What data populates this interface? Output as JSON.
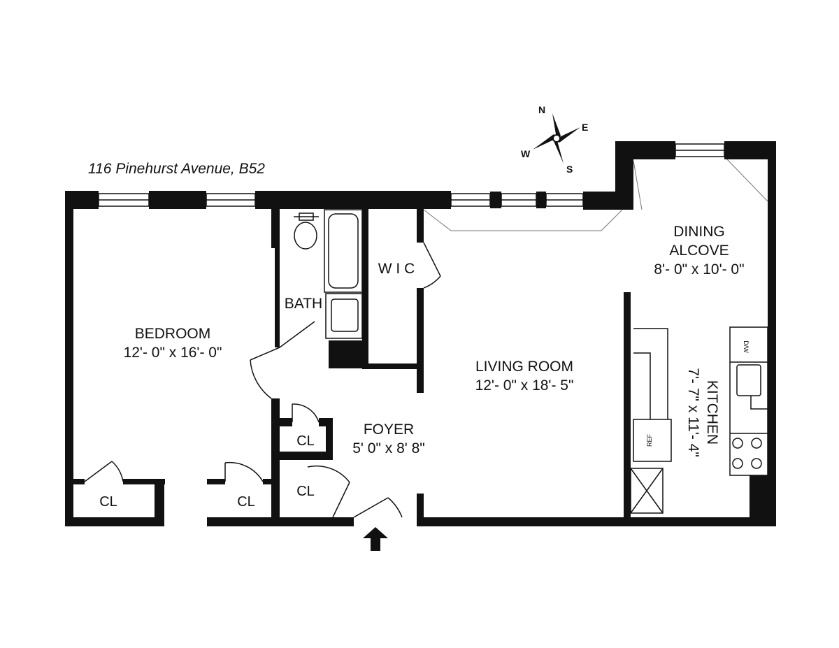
{
  "address": "116 Pinehurst Avenue, B52",
  "compass": {
    "n": "N",
    "e": "E",
    "s": "S",
    "w": "W"
  },
  "rooms": {
    "bedroom": {
      "name": "BEDROOM",
      "dims": "12'- 0\" x 16'- 0\""
    },
    "bath": {
      "name": "BATH"
    },
    "wic": {
      "name": "W I C"
    },
    "living": {
      "name": "LIVING ROOM",
      "dims": "12'- 0\" x 18'- 5\""
    },
    "dining": {
      "name_line1": "DINING",
      "name_line2": "ALCOVE",
      "dims": "8'- 0\" x 10'- 0\""
    },
    "kitchen": {
      "name": "KITCHEN",
      "dims": "7'- 7\" x 11'- 4\""
    },
    "foyer": {
      "name": "FOYER",
      "dims": "5' 0\" x 8' 8\""
    },
    "closet": "CL"
  },
  "appliances": {
    "dishwasher": "D/W",
    "refrigerator": "REF"
  },
  "colors": {
    "wall": "#111111",
    "background": "#ffffff"
  }
}
